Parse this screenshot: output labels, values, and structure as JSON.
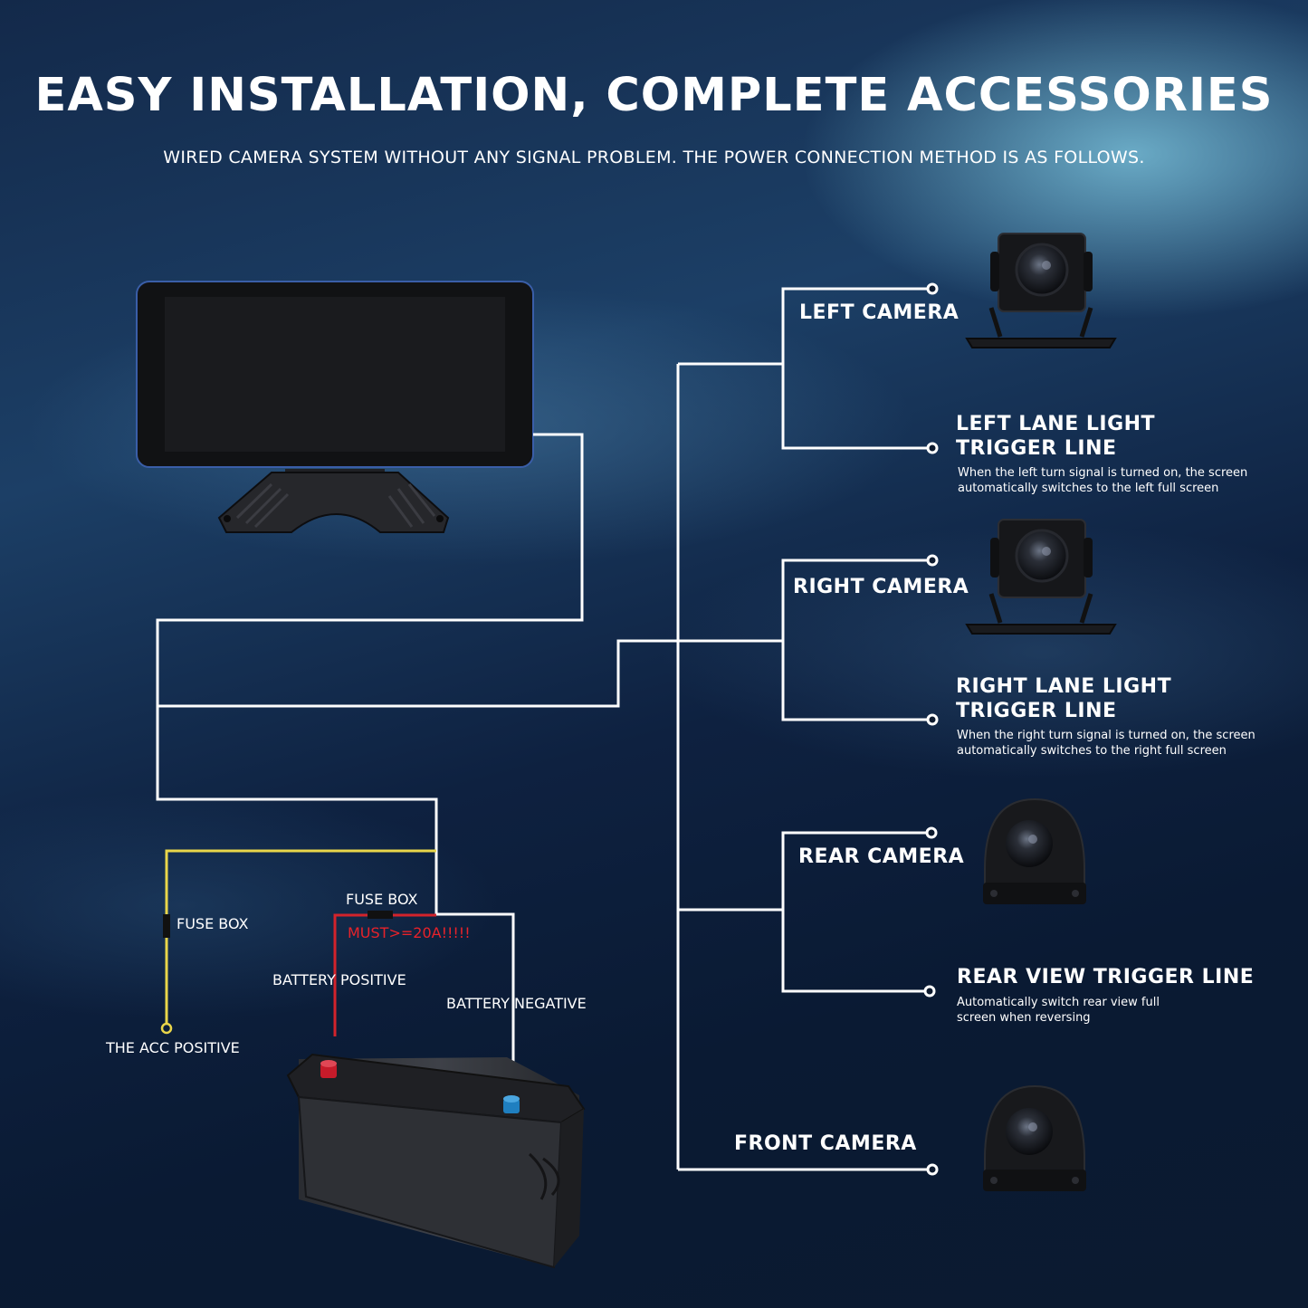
{
  "header": {
    "title": "EASY INSTALLATION, COMPLETE ACCESSORIES",
    "subtitle": "WIRED CAMERA SYSTEM WITHOUT ANY SIGNAL PROBLEM. THE POWER CONNECTION METHOD IS AS FOLLOWS."
  },
  "outputs": {
    "left_camera": "LEFT CAMERA",
    "left_lane_title_1": "LEFT LANE LIGHT",
    "left_lane_title_2": "TRIGGER LINE",
    "left_lane_desc": "When the left turn signal is turned on, the screen automatically switches to the left full screen",
    "right_camera": "RIGHT CAMERA",
    "right_lane_title_1": "RIGHT LANE LIGHT",
    "right_lane_title_2": "TRIGGER LINE",
    "right_lane_desc": "When the right turn signal is turned on, the screen automatically switches to the right full screen",
    "rear_camera": "REAR CAMERA",
    "rear_view_title": "REAR VIEW TRIGGER LINE",
    "rear_view_desc": "Automatically switch rear view full screen when reversing",
    "front_camera": "FRONT CAMERA"
  },
  "power": {
    "fuse_box_acc": "FUSE BOX",
    "acc_positive": "THE ACC POSITIVE",
    "fuse_box_battery": "FUSE BOX",
    "fuse_warning": "MUST>=20A!!!!!",
    "battery_positive": "BATTERY POSITIVE",
    "battery_negative": "BATTERY NEGATIVE"
  },
  "colors": {
    "wire_white": "#ffffff",
    "wire_acc": "#e9d64a",
    "wire_positive": "#d3232b",
    "warning_text": "#e8222a"
  }
}
